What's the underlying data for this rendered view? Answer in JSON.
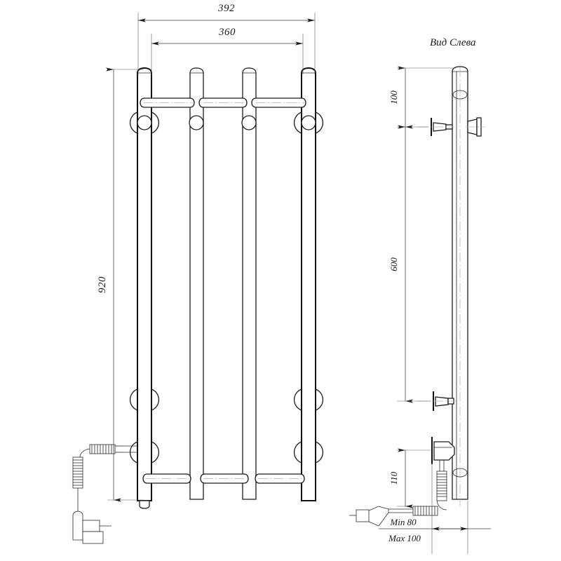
{
  "document": {
    "type": "technical-drawing",
    "subject": "Heated towel rail / ladder radiator",
    "background_color": "#ffffff",
    "line_color": "#1c1c1c"
  },
  "views": {
    "front": {
      "name": "front-view",
      "title": "",
      "rail_count": 4,
      "crossbar_count": 2,
      "mount_rows": 3
    },
    "side": {
      "name": "side-view",
      "title": "Вид Слева"
    }
  },
  "dimensions": {
    "front_overall_width": "392",
    "front_inner_width": "360",
    "front_height": "920",
    "side_top_offset": "100",
    "side_middle_span": "600",
    "side_bottom_offset": "110",
    "side_depth_min": "Min 80",
    "side_depth_max": "Max 100"
  },
  "annotations": {
    "arrow_style": "filled-closed",
    "units": "mm"
  },
  "colors": {
    "outline": "#1c1c1c",
    "dimension_line": "#3a3a3a",
    "center_line": "#b5b5b5",
    "paper": "#ffffff"
  }
}
